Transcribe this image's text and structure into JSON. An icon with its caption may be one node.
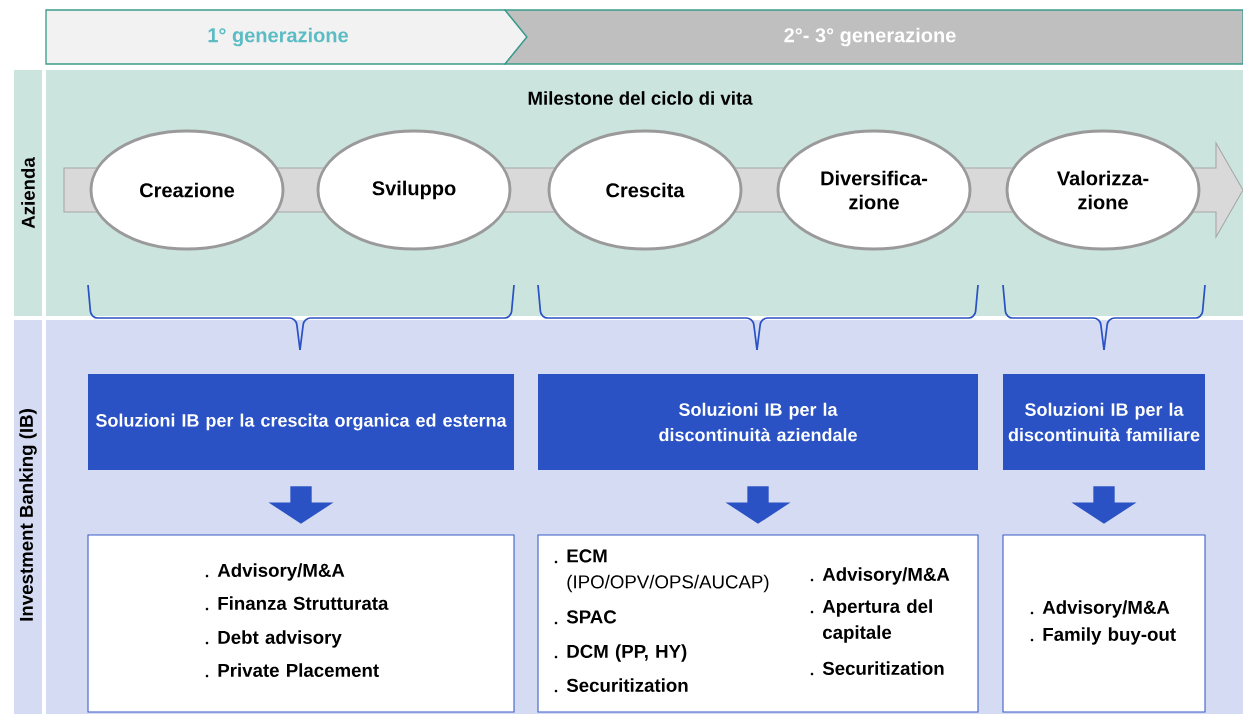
{
  "diagram": {
    "nodes": [
      {
        "text": [
          "1° generazione"
        ]
      },
      {
        "text": [
          "2°- 3° generazione"
        ]
      },
      {
        "text": [
          "Milestone del ciclo di vita"
        ]
      },
      {
        "text": [
          "Creazione"
        ],
        "in": 2
      },
      {
        "text": [
          "Sviluppo"
        ],
        "in": 2
      },
      {
        "text": [
          "Crescita"
        ],
        "in": 2
      },
      {
        "text": [
          "Diversifica-zione"
        ],
        "in": 2
      },
      {
        "text": [
          "Valorizza-zione"
        ],
        "in": 2
      },
      {
        "text": [
          "Soluzioni IB per la crescita organica ed esterna"
        ]
      },
      {
        "text": [
          "Soluzioni IB per la discontinuità aziendale"
        ]
      },
      {
        "text": [
          "Soluzioni IB per la discontinuità familiare"
        ]
      },
      {
        "text": [
          "Advisory/M&A",
          "Finanza Strutturata",
          "Debt advisory",
          "Private Placement"
        ]
      },
      {
        "text": [
          "**ECM** (IPO/OPV/OPS/AUCAP)",
          "SPAC",
          "DCM (PP, HY)",
          "Securitization",
          "Advisory/M&A",
          "Apertura del capitale",
          "Securitization"
        ]
      },
      {
        "text": [
          "Advisory/M&A",
          "Family buy-out"
        ]
      }
    ],
    "edges": [
      {
        "from": 8,
        "to": 11,
        "arrow": "to"
      },
      {
        "from": 9,
        "to": 12,
        "arrow": "to"
      },
      {
        "from": 10,
        "to": 13,
        "arrow": "to"
      }
    ],
    "labels": [
      "Azienda",
      "Investment Banking (IB)"
    ]
  }
}
